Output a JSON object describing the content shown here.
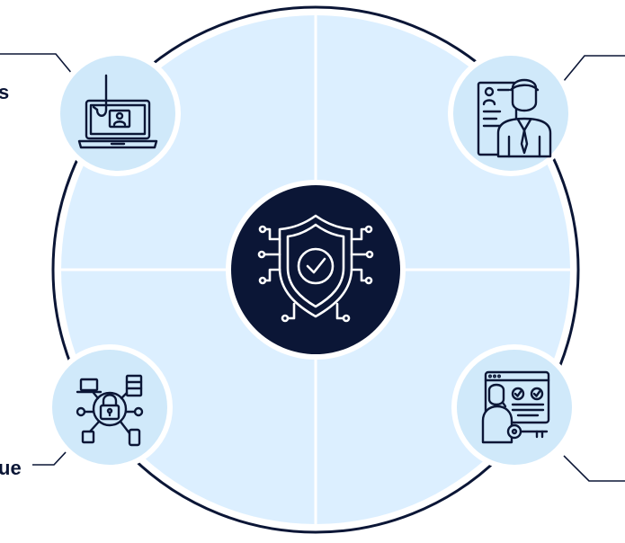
{
  "diagram": {
    "center_icon": "shield-checkmark-circuit-icon",
    "quadrants": [
      {
        "position": "top-left",
        "icon": "phishing-laptop-icon",
        "label": ""
      },
      {
        "position": "top-right",
        "icon": "identity-document-person-icon",
        "label": ""
      },
      {
        "position": "bottom-left",
        "icon": "network-lock-icon",
        "label": ""
      },
      {
        "position": "bottom-right",
        "icon": "user-key-access-icon",
        "label": ""
      }
    ],
    "edge_labels": {
      "top_left_fragment": "s",
      "bottom_left_fragment": "ue"
    }
  },
  "colors": {
    "ring_stroke": "#0b1636",
    "segment_fill": "#dcefff",
    "icon_circle_fill": "#d0e9fa",
    "center_fill": "#0b1636",
    "divider": "#ffffff",
    "icon_stroke": "#0b1636"
  }
}
